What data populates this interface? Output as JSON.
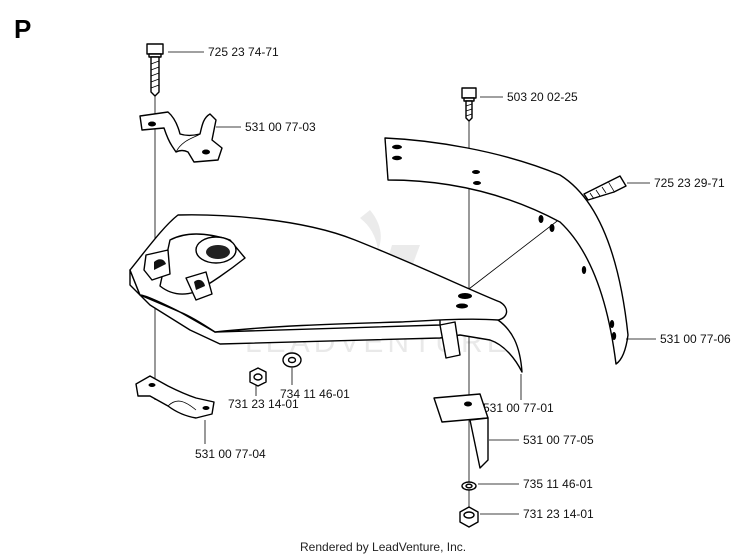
{
  "section_label": "P",
  "watermark": "LEADVENTURE",
  "footer": "Rendered by LeadVenture, Inc.",
  "callouts": {
    "bolt_top": "725  23 74-71",
    "clamp": "531 00 77-03",
    "screw_top_right": "503 20 02-25",
    "bolt_right": "725 23 29-71",
    "guard_strip": "531 00 77-06",
    "washer": "734 11 46-01",
    "nut_left": "731 23 14-01",
    "shield": "531 00 77-01",
    "bracket_left": "531 00 77-04",
    "bracket_right": "531 00 77-05",
    "washer_bottom": "735 11 46-01",
    "nut_bottom": "731 23 14-01"
  }
}
